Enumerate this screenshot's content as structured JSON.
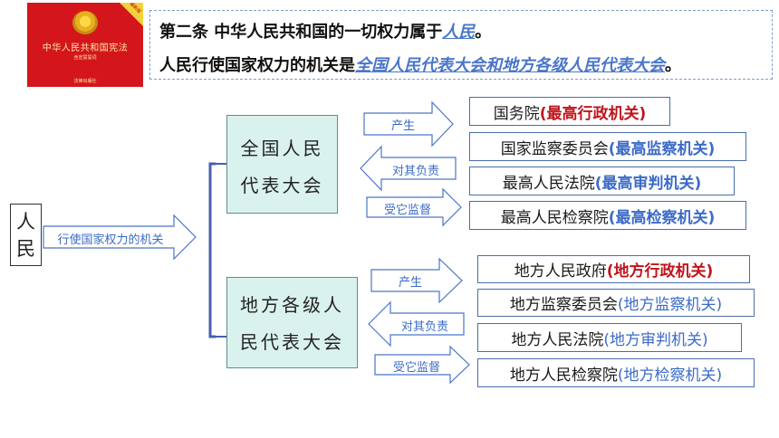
{
  "book": {
    "title": "中华人民共和国宪法",
    "subtitle": "含宣誓誓词",
    "publisher": "法律出版社",
    "tag": "最新版"
  },
  "header": {
    "line1_prefix": "第二条  中华人民共和国的一切权力属于",
    "line1_highlight": "人民",
    "line1_suffix": "。",
    "line2_prefix": "人民行使国家权力的机关是",
    "line2_highlight": "全国人民代表大会和地方各级人民代表大会",
    "line2_suffix": "。"
  },
  "people": {
    "char1": "人",
    "char2": "民"
  },
  "main_arrow_label": "行使国家权力的机关",
  "npc": {
    "line1": "全国人民",
    "line2": "代表大会"
  },
  "local": {
    "line1": "地方各级人",
    "line2": "民代表大会"
  },
  "arrows": {
    "produce": "产生",
    "responsible": "对其负责",
    "supervised": "受它监督"
  },
  "national_organs": [
    {
      "name": "国务院",
      "role": "(最高行政机关)",
      "color": "red"
    },
    {
      "name": "国家监察委员会",
      "role": "(最高监察机关)",
      "color": "blue"
    },
    {
      "name": "最高人民法院",
      "role": "(最高审判机关)",
      "color": "blue"
    },
    {
      "name": "最高人民检察院",
      "role": "(最高检察机关)",
      "color": "blue"
    }
  ],
  "local_organs": [
    {
      "name": "地方人民政府",
      "role": "(地方行政机关)",
      "color": "red"
    },
    {
      "name": "地方监察委员会",
      "role": "(地方监察机关)",
      "color": "blue"
    },
    {
      "name": "地方人民法院",
      "role": "(地方审判机关)",
      "color": "blue"
    },
    {
      "name": "地方人民检察院",
      "role": "(地方检察机关)",
      "color": "blue"
    }
  ],
  "colors": {
    "accent_blue": "#3c6bc8",
    "red": "#c0141c",
    "teal_fill": "#daf2ee",
    "bracket": "#4a5fb0"
  }
}
